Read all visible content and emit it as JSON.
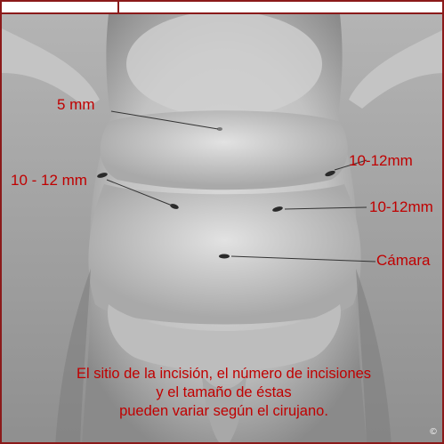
{
  "labels": {
    "port_5mm": "5 mm",
    "port_left": "10 - 12 mm",
    "port_right_upper": "10-12mm",
    "port_right_lower": "10-12mm",
    "camera": "Cámara"
  },
  "caption": {
    "line1": "El sitio de la incisión, el número de incisiones",
    "line2": "y el tamaño de éstas",
    "line3": "pueden variar según el cirujano."
  },
  "colors": {
    "label_text": "#c00000",
    "border": "#8b1a1a",
    "background": "#9a9a9a"
  },
  "watermark_icon": "copyright-mark"
}
